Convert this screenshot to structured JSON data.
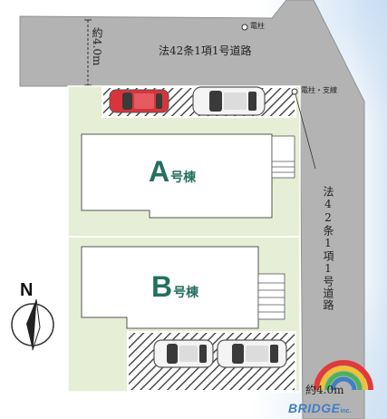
{
  "roads": {
    "top": {
      "label": "法42条1項1号道路",
      "width": "約4.0m"
    },
    "right": {
      "label": "法42条1項1号道路",
      "width": "約4.0m"
    }
  },
  "poles": {
    "top": "電柱",
    "right": "電柱・支線"
  },
  "buildings": {
    "a": {
      "letter": "A",
      "suffix": "号棟"
    },
    "b": {
      "letter": "B",
      "suffix": "号棟"
    }
  },
  "compass": {
    "label": "N"
  },
  "logo": {
    "name": "BRIDGE",
    "suffix": "inc."
  },
  "colors": {
    "road": "#b3b3b3",
    "lot": "#e6eed6",
    "building_label": "#24705f",
    "car_red": "#d8343c",
    "car_white": "#f4f4f4",
    "logo_blue": "#3f7fc6"
  }
}
